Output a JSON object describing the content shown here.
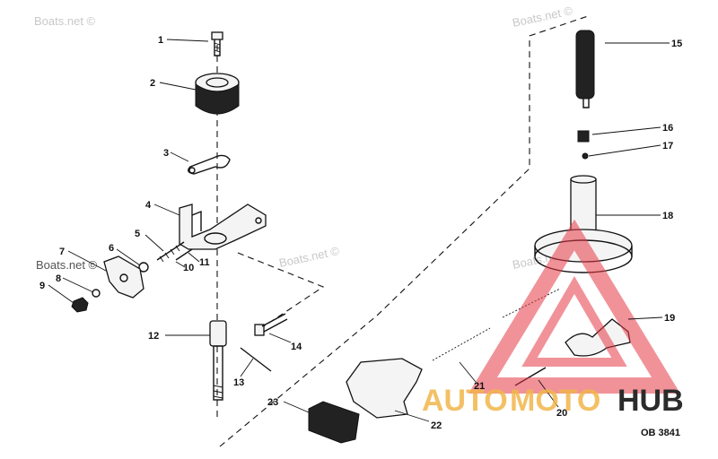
{
  "watermarks": {
    "site": "Boats.net ©",
    "brand_part1": "AUTO",
    "brand_part2": "MOTO",
    "brand_part3": "HUB"
  },
  "diagram": {
    "reference_code": "OB 3841",
    "callouts": [
      "1",
      "2",
      "3",
      "4",
      "5",
      "6",
      "7",
      "8",
      "9",
      "10",
      "11",
      "12",
      "13",
      "14",
      "15",
      "16",
      "17",
      "18",
      "19",
      "20",
      "21",
      "22",
      "23"
    ]
  },
  "colors": {
    "line": "#111111",
    "warning_triangle": "#e63946",
    "brand_accent": "#f2b64a",
    "brand_dark": "#2b2b2b",
    "watermark": "#c8c8c8"
  }
}
